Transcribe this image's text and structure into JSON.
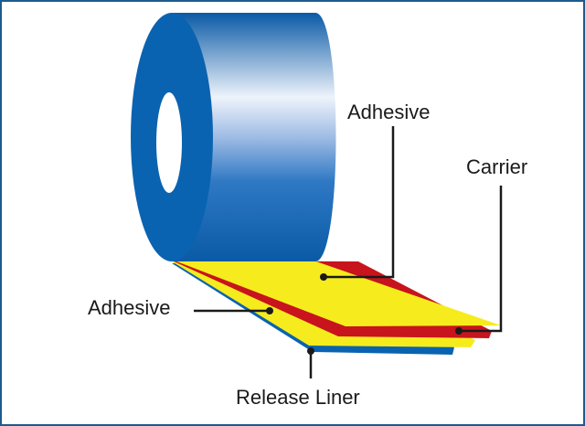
{
  "labels": {
    "adhesive_top": "Adhesive",
    "carrier": "Carrier",
    "adhesive_bottom": "Adhesive",
    "release_liner": "Release Liner"
  },
  "colors": {
    "frame": "#1d5b8c",
    "roll_blue": "#0a63b0",
    "roll_highlight": "#eef3fb",
    "adhesive_yellow": "#f6ec1d",
    "carrier_red": "#c8141c",
    "liner_blue": "#0a63b0",
    "leader_line": "#1a1a1a"
  }
}
